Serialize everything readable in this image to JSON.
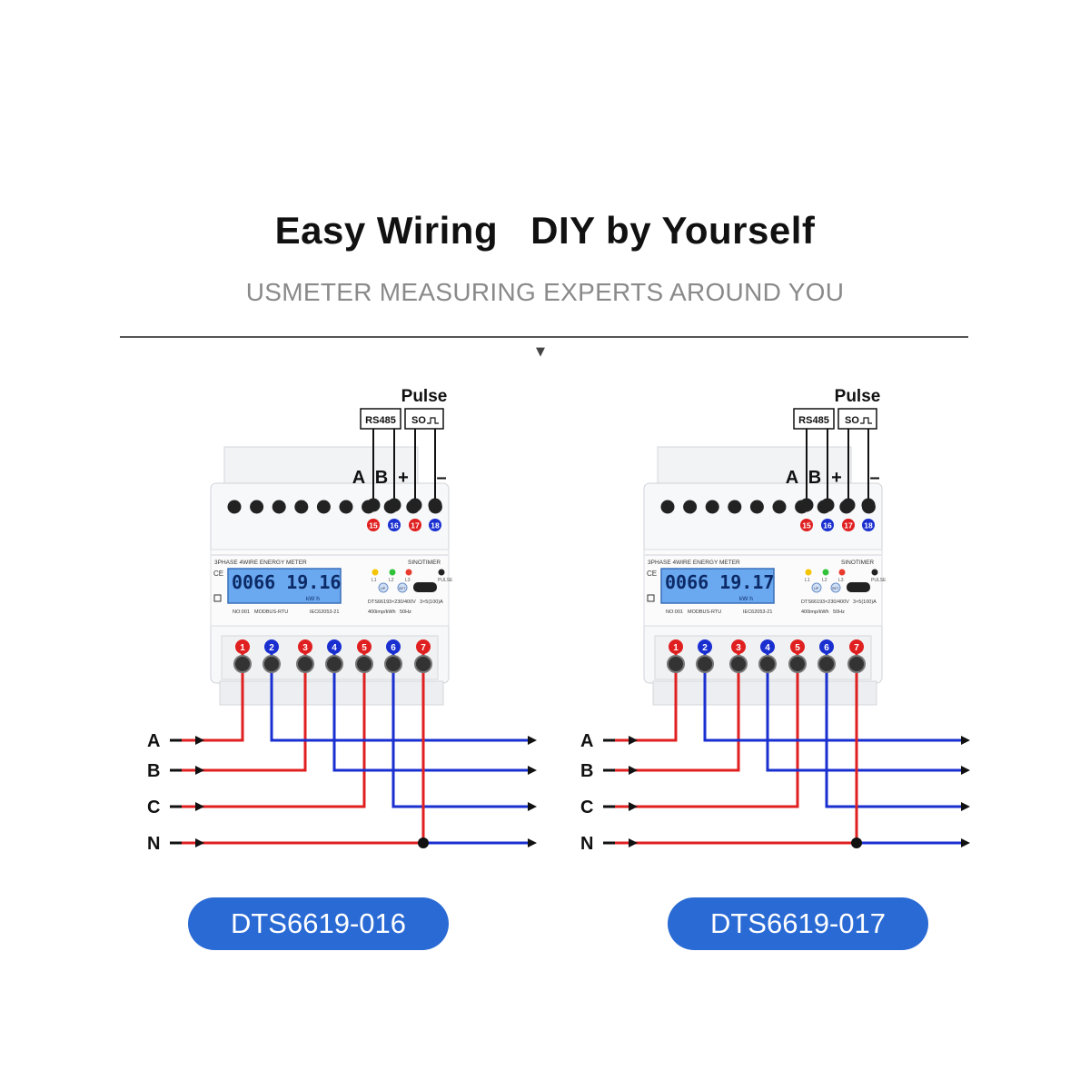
{
  "header": {
    "title_part1": "Easy Wiring",
    "title_part2": "DIY by Yourself",
    "subtitle": "USMETER MEASURING EXPERTS AROUND YOU",
    "divider_marker": "▼"
  },
  "colors": {
    "phase_wire": "#e02020",
    "neutral_wire": "#1a2fd0",
    "badge_button": "#2a6ad4",
    "lcd_background": "#6aa8f0"
  },
  "diagrams": [
    {
      "model_label": "DTS6619-016",
      "pulse_label": "Pulse",
      "rs485_label": "RS485",
      "so_label": "SO",
      "comm_labels": [
        "A",
        "B",
        "+",
        "–"
      ],
      "top_terminals": [
        "15",
        "16",
        "17",
        "18"
      ],
      "bottom_terminals": [
        "1",
        "2",
        "3",
        "4",
        "5",
        "6",
        "7"
      ],
      "meter_title": "3PHASE 4WIRE ENERGY METER",
      "brand": "SINOTIMER",
      "lcd_reading": "0066 19.16",
      "lcd_unit": "kW h",
      "led_labels": [
        "L1",
        "L2",
        "L3",
        "PULSE"
      ],
      "button_labels": [
        "UP",
        "SET"
      ],
      "spec_model": "DTS6619",
      "spec_voltage": "3×230/400V",
      "spec_current": "3×5(100)A",
      "spec_imp": "400imp/kWh",
      "spec_freq": "50Hz",
      "serial": "NO:001",
      "protocol": "MODBUS-RTU",
      "standard": "IEC62053-21",
      "line_labels": [
        "A",
        "B",
        "C",
        "N"
      ]
    },
    {
      "model_label": "DTS6619-017",
      "pulse_label": "Pulse",
      "rs485_label": "RS485",
      "so_label": "SO",
      "comm_labels": [
        "A",
        "B",
        "+",
        "–"
      ],
      "top_terminals": [
        "15",
        "16",
        "17",
        "18"
      ],
      "bottom_terminals": [
        "1",
        "2",
        "3",
        "4",
        "5",
        "6",
        "7"
      ],
      "meter_title": "3PHASE 4WIRE ENERGY METER",
      "brand": "SINOTIMER",
      "lcd_reading": "0066 19.17",
      "lcd_unit": "kW h",
      "led_labels": [
        "L1",
        "L2",
        "L3",
        "PULSE"
      ],
      "button_labels": [
        "UP",
        "SET"
      ],
      "spec_model": "DTS6619",
      "spec_voltage": "3×230/400V",
      "spec_current": "3×5(100)A",
      "spec_imp": "400imp/kWh",
      "spec_freq": "50Hz",
      "serial": "NO:001",
      "protocol": "MODBUS-RTU",
      "standard": "IEC62053-21",
      "line_labels": [
        "A",
        "B",
        "C",
        "N"
      ]
    }
  ]
}
